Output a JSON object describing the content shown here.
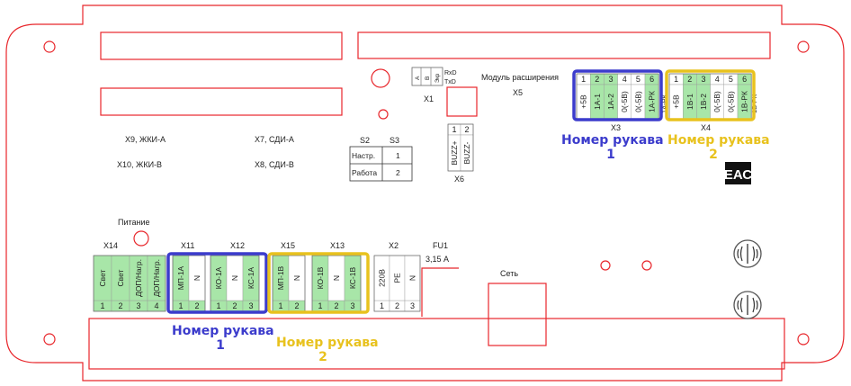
{
  "colors": {
    "outline": "#e8262b",
    "green": "#a8e6a8",
    "light_green": "#d8f3d8",
    "blue": "#3c3ccc",
    "yellow": "#e8c21e",
    "white_label": "#ffffff"
  },
  "labels": {
    "x9": "X9, ЖКИ-А",
    "x7": "X7, СДИ-А",
    "x10": "X10, ЖКИ-В",
    "x8": "X8, СДИ-В",
    "x1": "X1",
    "x1_a": "A",
    "x1_b": "B",
    "x1_gnd": "Экр",
    "x1_rxd": "RxD",
    "x1_txd": "TxD",
    "module": "Модуль расширения",
    "x5": "X5",
    "x6": "X6",
    "s2": "S2",
    "s3": "S3",
    "s_setup": "Настр.",
    "s_work": "Работа",
    "s_1": "1",
    "s_2": "2",
    "x3": "X3",
    "x4": "X4",
    "x1a_rk": "1А-РК",
    "x1b_rk": "1В-РК",
    "power": "Питание",
    "x14": "X14",
    "x11": "X11",
    "x12": "X12",
    "x15": "X15",
    "x13": "X13",
    "x2": "X2",
    "fu1": "FU1",
    "fu1_val": "3,15 А",
    "seti": "Сеть",
    "eac": "ЕАС",
    "sleeve_title": "Номер рукава",
    "sleeve_1": "1",
    "sleeve_2": "2"
  },
  "x6_block": {
    "pins": [
      "1",
      "2"
    ],
    "terms": [
      "BUZZ+",
      "BUZZ-"
    ]
  },
  "x3_block": {
    "pins": [
      "1",
      "2",
      "3",
      "4",
      "5",
      "6"
    ],
    "terms": [
      "+5В",
      "1А-1",
      "1А-2",
      "0(-5В)",
      "0(-5В)",
      "1А-РК"
    ]
  },
  "x4_block": {
    "pins": [
      "1",
      "2",
      "3",
      "4",
      "5",
      "6"
    ],
    "terms": [
      "+5В",
      "1В-1",
      "1В-2",
      "0(-5В)",
      "0(-5В)",
      "1В-РК"
    ]
  },
  "x14_block": {
    "pins": [
      "1",
      "2",
      "3",
      "4"
    ],
    "terms": [
      "Свет",
      "Свет",
      "ДОП/Нагр.",
      "ДОП/Нагр."
    ]
  },
  "x11_block": {
    "pins": [
      "1",
      "2"
    ],
    "terms": [
      "МП-1А",
      "N"
    ]
  },
  "x12_block": {
    "pins": [
      "1",
      "2",
      "3"
    ],
    "terms": [
      "КО-1А",
      "N",
      "КС-1А"
    ]
  },
  "x15_block": {
    "pins": [
      "1",
      "2"
    ],
    "terms": [
      "МП-1В",
      "N"
    ]
  },
  "x13_block": {
    "pins": [
      "1",
      "2",
      "3"
    ],
    "terms": [
      "КО-1В",
      "N",
      "КС-1В"
    ]
  },
  "x2_block": {
    "pins": [
      "1",
      "2",
      "3"
    ],
    "terms": [
      "220В",
      "PE",
      "N"
    ]
  }
}
